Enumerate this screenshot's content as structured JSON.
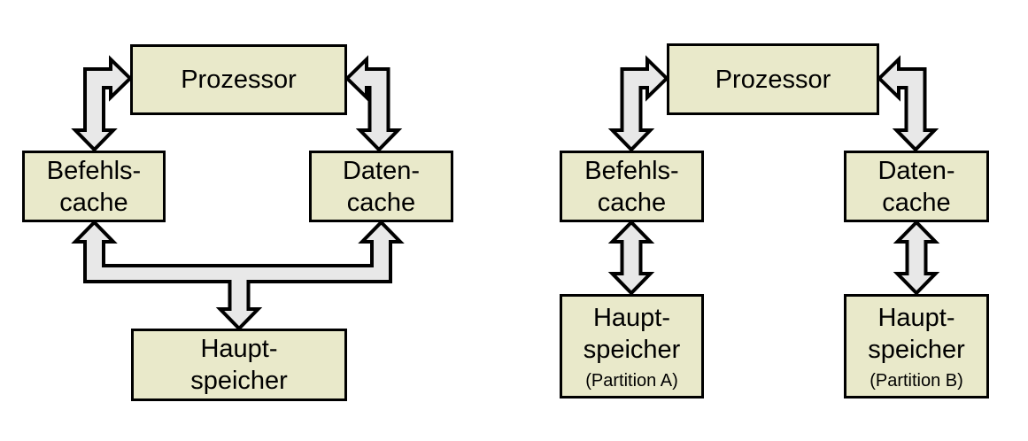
{
  "left_diagram": {
    "processor": {
      "label": "Prozessor"
    },
    "instruction_cache": {
      "line1": "Befehls-",
      "line2": "cache"
    },
    "data_cache": {
      "line1": "Daten-",
      "line2": "cache"
    },
    "main_memory": {
      "line1": "Haupt-",
      "line2": "speicher"
    }
  },
  "right_diagram": {
    "processor": {
      "label": "Prozessor"
    },
    "instruction_cache": {
      "line1": "Befehls-",
      "line2": "cache"
    },
    "data_cache": {
      "line1": "Daten-",
      "line2": "cache"
    },
    "main_memory_a": {
      "line1": "Haupt-",
      "line2": "speicher",
      "subtitle": "(Partition A)"
    },
    "main_memory_b": {
      "line1": "Haupt-",
      "line2": "speicher",
      "subtitle": "(Partition B)"
    }
  },
  "colors": {
    "box_fill": "#e9e9ca",
    "box_border": "#000000",
    "arrow_fill": "#e8e8e8",
    "arrow_outline": "#000000",
    "background": "#ffffff"
  }
}
